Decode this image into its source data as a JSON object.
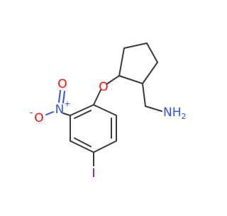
{
  "molecule": {
    "atoms": {
      "oxygen_ether": "O",
      "nitro_nitrogen": "N",
      "nitro_plus": "+",
      "nitro_oxygen_top": "O",
      "nitro_oxygen_left": "O",
      "nitro_minus": "-",
      "iodine": "I",
      "amine": "NH",
      "amine_subscript": "2"
    },
    "colors": {
      "bond": "#3a3a3a",
      "oxygen": "#ff0d0d",
      "nitrogen": "#3050f8",
      "iodine": "#940094"
    }
  }
}
